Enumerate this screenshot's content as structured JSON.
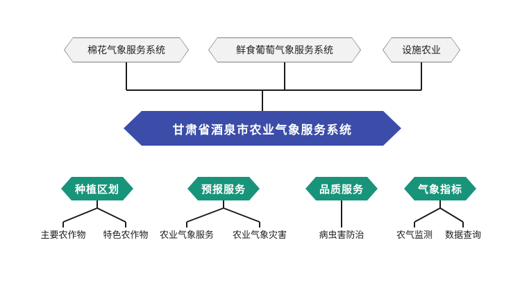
{
  "diagram": {
    "root": {
      "label": "甘肃省酒泉市农业气象服务系统"
    },
    "top_nodes": [
      {
        "label": "棉花气象服务系统"
      },
      {
        "label": "鲜食葡萄气象服务系统"
      },
      {
        "label": "设施农业"
      }
    ],
    "branches": [
      {
        "label": "种植区划",
        "children": [
          "主要农作物",
          "特色农作物"
        ]
      },
      {
        "label": "预报服务",
        "children": [
          "农业气象服务",
          "农业气象灾害"
        ]
      },
      {
        "label": "品质服务",
        "children": [
          "病虫害防治"
        ]
      },
      {
        "label": "气象指标",
        "children": [
          "农气监测",
          "数据查询"
        ]
      }
    ],
    "colors": {
      "root": "#3b4da8",
      "branch": "#18947a",
      "top_fill": "#f2f2f2",
      "top_border": "#7f7f7f",
      "line": "#1a1a1a"
    }
  }
}
